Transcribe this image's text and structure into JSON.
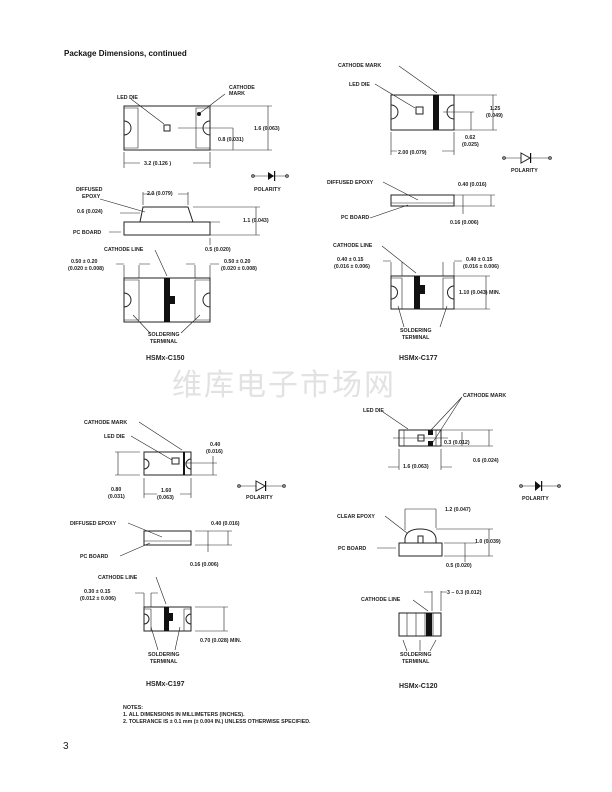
{
  "title": "Package Dimensions, continued",
  "watermark": "维库电子市场网",
  "c150": {
    "name": "HSMx-C150",
    "led_die": "LED DIE",
    "cathode_mark": [
      "CATHODE",
      "MARK"
    ],
    "dim_height": "1.6 (0.063)",
    "dim_half": "0.8 (0.031)",
    "dim_length": "3.2 (0.126 )",
    "polarity": "POLARITY",
    "diffused_epoxy": [
      "DIFFUSED",
      "EPOXY"
    ],
    "dim_epoxy": "2.0 (0.079)",
    "dim_offset": "0.6 (0.024)",
    "pc_board": "PC BOARD",
    "dim_total_h": "1.1 (0.043)",
    "dim_board_h": "0.5 (0.020)",
    "cathode_line": "CATHODE LINE",
    "term_left": [
      "0.50 ± 0.20",
      "(0.020 ± 0.008)"
    ],
    "term_right": [
      "0.50 ± 0.20",
      "(0.020 ± 0.008)"
    ],
    "soldering_terminal": [
      "SOLDERING",
      "TERMINAL"
    ]
  },
  "c177": {
    "name": "HSMx-C177",
    "cathode_mark": "CATHODE MARK",
    "led_die": "LED DIE",
    "dim_height": [
      "1.25",
      "(0.049)"
    ],
    "dim_half": [
      "0.62",
      "(0.025)"
    ],
    "dim_length": "2.00 (0.079)",
    "polarity": "POLARITY",
    "diffused_epoxy": "DIFFUSED EPOXY",
    "pc_board": "PC BOARD",
    "dim_total_h": "0.40 (0.016)",
    "dim_board_h": "0.16 (0.006)",
    "cathode_line": "CATHODE LINE",
    "term_left": [
      "0.40 ± 0.15",
      "(0.016 ± 0.006)"
    ],
    "term_right": [
      "0.40 ± 0.15",
      "(0.016 ± 0.006)"
    ],
    "dim_min": "1.10 (0.043) MIN.",
    "soldering_terminal": [
      "SOLDERING",
      "TERMINAL"
    ]
  },
  "c197": {
    "name": "HSMx-C197",
    "cathode_mark": "CATHODE MARK",
    "led_die": "LED DIE",
    "dim_half": [
      "0.40",
      "(0.016)"
    ],
    "dim_height": [
      "0.80",
      "(0.031)"
    ],
    "dim_length": [
      "1.60",
      "(0.063)"
    ],
    "polarity": "POLARITY",
    "diffused_epoxy": "DIFFUSED EPOXY",
    "pc_board": "PC BOARD",
    "dim_total_h": "0.40 (0.016)",
    "dim_board_h": "0.16 (0.006)",
    "cathode_line": "CATHODE LINE",
    "term_left": [
      "0.30 ± 0.15",
      "(0.012 ± 0.006)"
    ],
    "dim_min": "0.70 (0.028) MIN.",
    "soldering_terminal": [
      "SOLDERING",
      "TERMINAL"
    ]
  },
  "c120": {
    "name": "HSMx-C120",
    "led_die": "LED DIE",
    "cathode_mark": "CATHODE MARK",
    "dim_mark": "0.3 (0.012)",
    "dim_height": "0.6 (0.024)",
    "dim_length": "1.6 (0.063)",
    "polarity": "POLARITY",
    "clear_epoxy": "CLEAR EPOXY",
    "dim_epoxy": "1.2 (0.047)",
    "pc_board": "PC BOARD",
    "dim_total_h": "1.0 (0.039)",
    "dim_board_h": "0.5 (0.020)",
    "cathode_line": "CATHODE LINE",
    "dim_term": "3 – 0.3 (0.012)",
    "soldering_terminal": [
      "SOLDERING",
      "TERMINAL"
    ]
  },
  "notes": {
    "heading": "NOTES:",
    "items": [
      "1.  ALL DIMENSIONS IN MILLIMETERS (INCHES).",
      "2.  TOLERANCE IS ± 0.1 mm (± 0.004 IN.) UNLESS OTHERWISE SPECIFIED."
    ]
  },
  "page_number": "3"
}
